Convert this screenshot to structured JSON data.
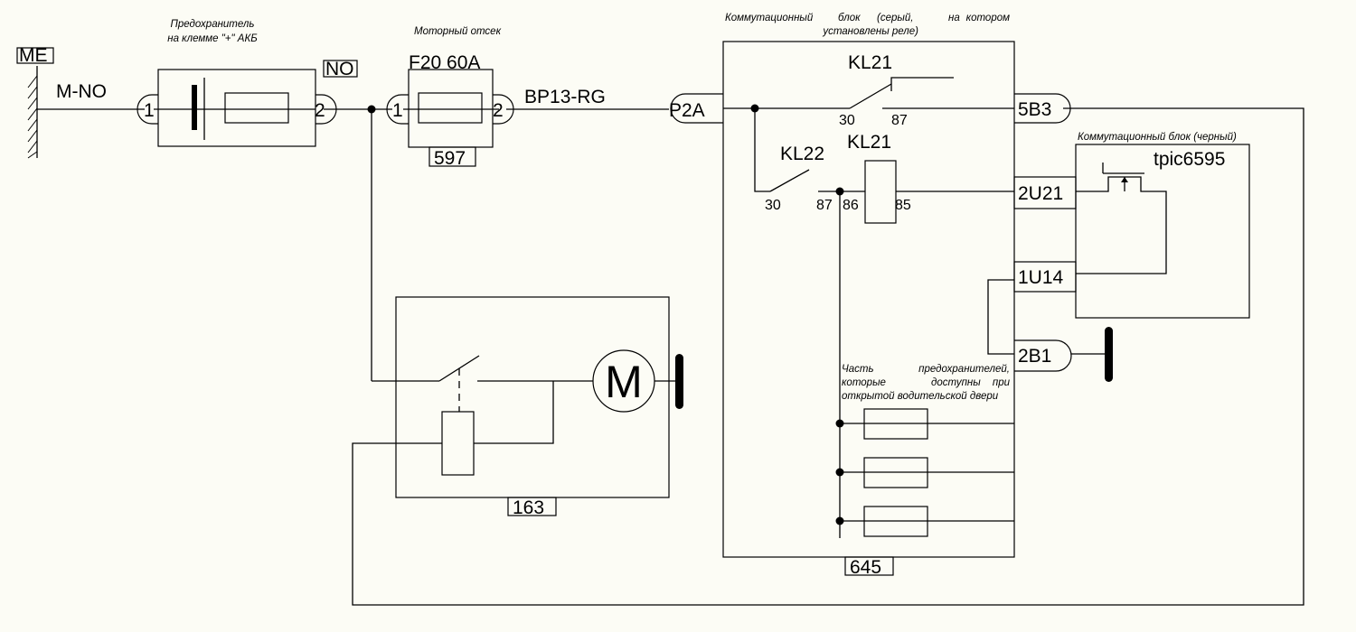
{
  "ground_label": "ME",
  "wires": {
    "main_wire": "M-NO",
    "fused_wire": "BP13-RG",
    "battery_fuse_code": "NO"
  },
  "battery_fuse": {
    "caption_line1": "Предохранитель",
    "caption_line2": "на клемме \"+\" АКБ",
    "pin1": "1",
    "pin2": "2"
  },
  "engine_fuse": {
    "caption": "Моторный отсек",
    "name": "F20 60A",
    "pin1": "1",
    "pin2": "2",
    "number": "597"
  },
  "fan_module": {
    "motor_symbol": "M",
    "number": "163"
  },
  "switch_block": {
    "caption_line1_words": [
      "Коммутационный",
      "блок",
      "(серый,",
      "на",
      "котором"
    ],
    "caption_line2": "установлены реле)",
    "relay_contact_label": "KL21",
    "relay_coil_label": "KL21",
    "relay2_label": "KL22",
    "kl21_pin30": "30",
    "kl21_pin87": "87",
    "kl22_pin30": "30",
    "kl22_pin87": "87",
    "coil_pin86": "86",
    "coil_pin85": "85",
    "connector_in": "P2A",
    "connector_5b3": "5B3",
    "connector_2u21": "2U21",
    "connector_1u14": "1U14",
    "connector_2b1": "2B1",
    "fuses_note_line1_words": [
      "Часть",
      "предохранителей,"
    ],
    "fuses_note_line2_words": [
      "которые",
      "доступны",
      "при"
    ],
    "fuses_note_line3": "открытой водительской двери",
    "number": "645"
  },
  "black_block": {
    "caption": "Коммутационный блок (черный)",
    "chip": "tpic6595"
  }
}
